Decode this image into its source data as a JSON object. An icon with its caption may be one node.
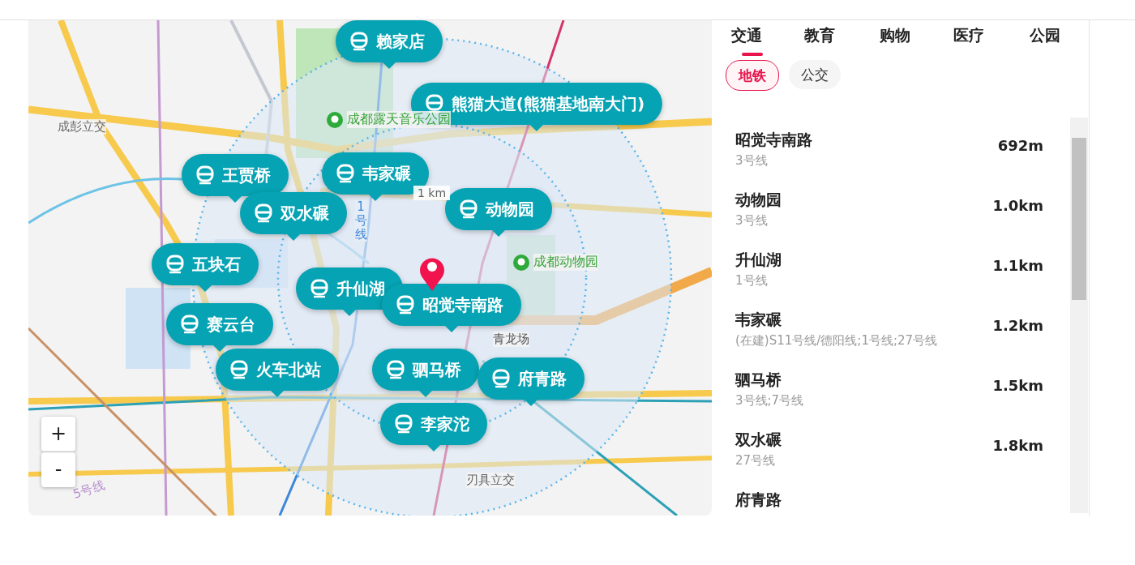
{
  "diagram": {
    "nodes": [
      {
        "text": [
          "赖家店"
        ]
      },
      {
        "text": [
          "熊猫大道(熊猫基地南大门)"
        ]
      },
      {
        "text": [
          "王贾桥"
        ]
      },
      {
        "text": [
          "韦家碾"
        ]
      },
      {
        "text": [
          "双水碾"
        ]
      },
      {
        "text": [
          "动物园"
        ]
      },
      {
        "text": [
          "五块石"
        ]
      },
      {
        "text": [
          "升仙湖"
        ]
      },
      {
        "text": [
          "昭觉寺南路"
        ]
      },
      {
        "text": [
          "赛云台"
        ]
      },
      {
        "text": [
          "火车北站"
        ]
      },
      {
        "text": [
          "驷马桥"
        ]
      },
      {
        "text": [
          "府青路"
        ]
      },
      {
        "text": [
          "李家沱"
        ]
      }
    ],
    "edges": [],
    "labels": [
      "成都露天音乐公园",
      "成彭立交",
      "1 km",
      "1号线",
      "成都动物园",
      "青龙场",
      "刃具立交",
      "5号线",
      "+",
      "-",
      "交通",
      "教育",
      "购物",
      "医疗",
      "公园",
      "地铁",
      "公交",
      "昭觉寺南路",
      "3号线",
      "692m",
      "动物园",
      "3号线",
      "1.0km",
      "升仙湖",
      "1号线",
      "1.1km",
      "韦家碾",
      "(在建)S11号线/德阳线;1号线;27号线",
      "1.2km",
      "驷马桥",
      "3号线;7号线",
      "1.5km",
      "双水碾",
      "27号线",
      "1.8km",
      "府青路"
    ]
  }
}
